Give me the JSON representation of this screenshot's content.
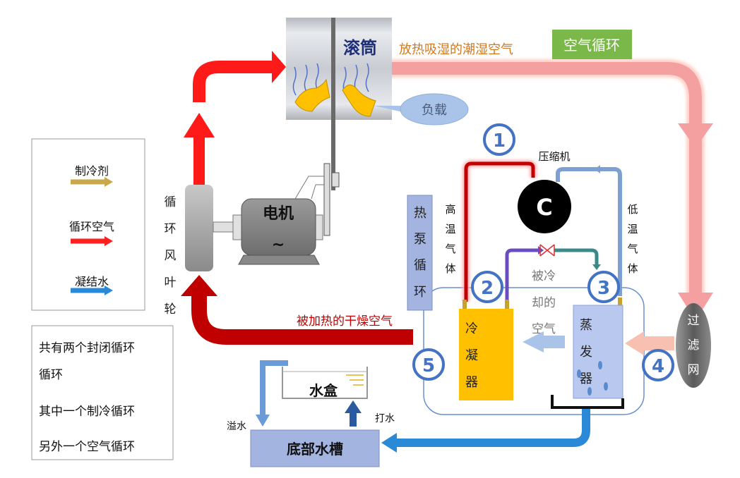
{
  "drum": {
    "label": "滚筒"
  },
  "moist_air_label": "放热吸湿的潮湿空气",
  "air_cycle_badge": "空气循环",
  "load_label": "负载",
  "fan_label": [
    "循",
    "环",
    "风",
    "叶",
    "轮"
  ],
  "motor": {
    "label": "电机",
    "symbol": "~"
  },
  "legend": {
    "items": [
      {
        "label": "制冷剂",
        "color": "#c8a84a"
      },
      {
        "label": "循环空气",
        "color": "#ff2020"
      },
      {
        "label": "凝结水",
        "color": "#2a8ad8"
      }
    ]
  },
  "notes": [
    "共有两个封闭循环",
    "循环",
    "其中一个制冷循环",
    "另外一个空气循环"
  ],
  "dry_air_label": "被加热的干燥空气",
  "heat_pump_label": [
    "热",
    "泵",
    "循",
    "环"
  ],
  "compressor": {
    "label": "压缩机",
    "symbol": "C"
  },
  "high_temp_gas": [
    "高",
    "温",
    "气",
    "体"
  ],
  "low_temp_gas": [
    "低",
    "温",
    "气",
    "体"
  ],
  "cooled_air": [
    "被冷",
    "却的",
    "空气"
  ],
  "condenser": [
    "冷",
    "凝",
    "器"
  ],
  "evaporator": [
    "蒸",
    "发",
    "器"
  ],
  "filter": [
    "过",
    "滤",
    "网"
  ],
  "steps": [
    "1",
    "2",
    "3",
    "4",
    "5"
  ],
  "water_box": "水盒",
  "overflow_label": "溢水",
  "pump_label": "打水",
  "bottom_tank": "底部水槽",
  "colors": {
    "hot_air": "#ff1a1a",
    "moist_air": "#f4a0a0",
    "dry_air": "#c00000",
    "water": "#2a8ad8",
    "step_ring": "#4472c4",
    "badge": "#7bb84a"
  }
}
